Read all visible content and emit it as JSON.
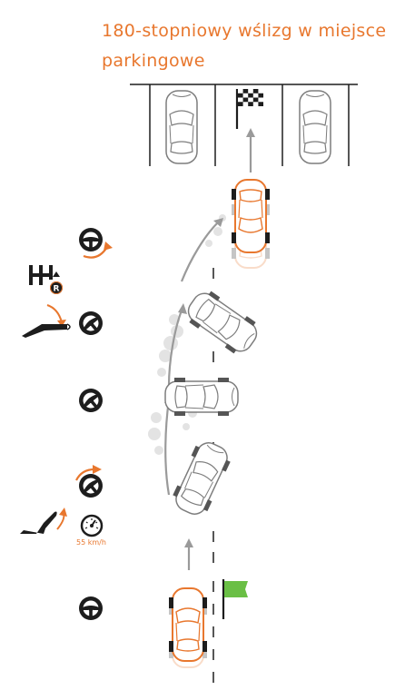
{
  "title": {
    "line1": "180-stopniowy wślizg w miejsce",
    "line2": "parkingowe"
  },
  "speed": {
    "label": "55 km/h"
  },
  "gear_badge": {
    "letter": "R"
  },
  "colors": {
    "accent": "#e8772e",
    "dark": "#1d1d1d",
    "start_flag": "#6abf45",
    "finish_flag": "checkered",
    "car_outline": "#8a8a8a",
    "path": "#9a9a9a"
  },
  "icons": [
    "steering-wheel-icon",
    "gear-shift-icon",
    "handbrake-icon",
    "speedometer-icon",
    "start-flag-icon",
    "finish-flag-icon",
    "turn-arrow-icon"
  ]
}
